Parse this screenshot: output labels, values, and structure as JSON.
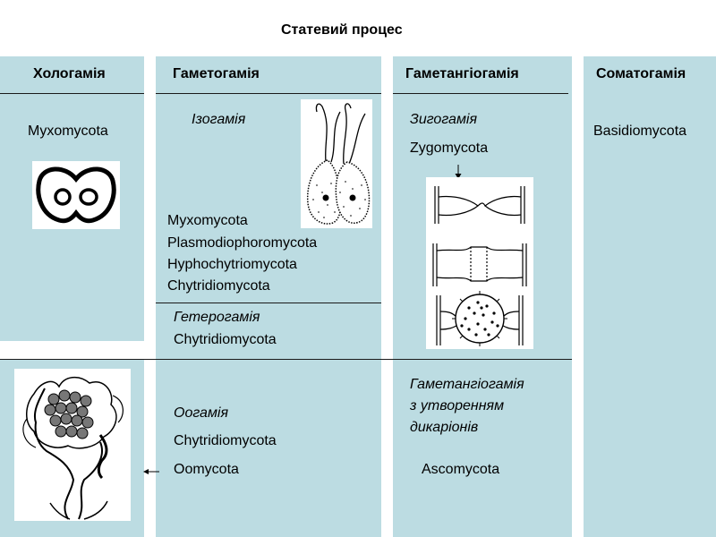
{
  "title": "Статевий  процес",
  "columns": {
    "hologamy": {
      "header": "Хологамія",
      "taxon": "Myxomycota"
    },
    "gametogamy": {
      "header": "Гаметогамія",
      "isogamy": {
        "label": "Ізогамія",
        "taxa": [
          "Myxomycota",
          "Plasmodiophoromycota",
          "Hyphochytriomycota",
          "Chytridiomycota"
        ]
      },
      "heterogamy": {
        "label": "Гетерогамія",
        "taxon": "Chytridiomycota"
      },
      "oogamy": {
        "label": "Оогамія",
        "taxa": [
          "Chytridiomycota",
          "Oomycota"
        ]
      }
    },
    "gametangiogamy": {
      "header": "Гаметангіогамія",
      "zygogamy": {
        "label": "Зигогамія",
        "taxon": "Zygomycota"
      },
      "dikaryon": {
        "label_lines": [
          "Гаметангіогамія",
          "з утворенням",
          "дикаріонів"
        ],
        "taxon": "Ascomycota"
      }
    },
    "somatogamy": {
      "header": "Соматогамія",
      "taxon": "Basidiomycota"
    }
  },
  "colors": {
    "panel": "#bcdce2",
    "line": "#1a1a1a",
    "background": "#ffffff"
  }
}
